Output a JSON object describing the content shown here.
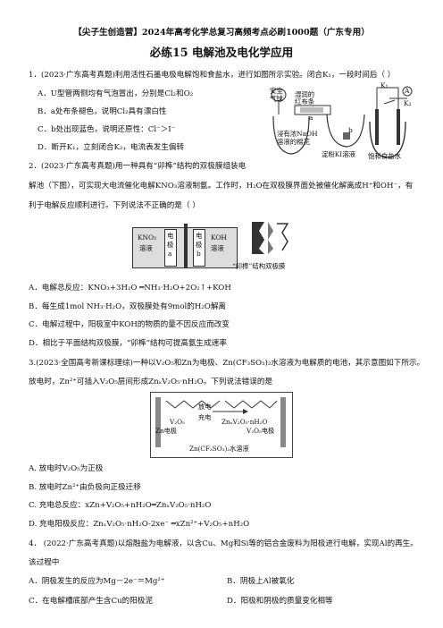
{
  "header": "【尖子生创造营】2024年高考化学总复习高频考点必刷1000题（广东专用）",
  "title": "必练15  电解池及电化学应用",
  "q1": {
    "stem": "1．(2023·广东高考真题)利用活性石墨电极电解饱和食盐水，进行如图所示实验。闭合K₁，一段时间后（        ）",
    "options": [
      "A．U型管两侧均有气泡冒出，分别是Cl₂和O₂",
      "B．a处布条褪色，说明Cl₂具有漂白性",
      "C．b处出现蓝色，说明还原性：Cl⁻＞I⁻",
      "D．断开K₁，立刻闭合K₂，电流表发生偏转"
    ],
    "figure": {
      "label_safety": "安全",
      "label_balloon": "气球",
      "label_wet_cloth": "湿润的",
      "label_red_cloth": "红布条",
      "label_a": "a",
      "label_b": "b",
      "label_naoh1": "浸有浓NaOH",
      "label_naoh2": "溶液的棉花",
      "label_ki": "淀粉KI溶液",
      "label_brine": "饱和食盐水",
      "label_k1": "K₁",
      "label_k2": "K₂",
      "label_a_meter": "A"
    }
  },
  "q2": {
    "stem1": "2．(2023·广东高考真题)用一种具有“卯榫”结构的双极膜组装电",
    "stem2": "解池（下图），可实现大电流催化电解KNO₃溶液制氨。工作时，H₂O在双极膜界面处被催化解离成H⁺和OH⁻，有",
    "stem3": "利于电解反应顺利进行。下列说法不正确的是（        ）",
    "options": [
      "A．电解总反应：KNO₃+3H₂O ═NH₃·H₂O+2O₂↑+KOH",
      "B．每生成1mol NH₃·H₂O，双极膜处有9mol的H₂O解离",
      "C．电解过程中，阳极室中KOH的物质的量不因反应而改变",
      "D．相比于平面结构双极膜，“卯榫”结构可提高氨生成速率"
    ],
    "figure": {
      "kno3": "KNO₃",
      "kno3_sol": "溶液",
      "koh": "KOH",
      "koh_sol": "溶液",
      "electrode_a1": "电",
      "electrode_a2": "极",
      "electrode_a3": "a",
      "electrode_b1": "电",
      "electrode_b2": "极",
      "electrode_b3": "b",
      "caption": "“卯榫”结构双极膜"
    }
  },
  "q3": {
    "stem1": "3.(2023·全国高考新课标理综)一种以V₂O₅和Zn为电极、Zn(CF₃SO₃)₂水溶液为电解质的电池，其示意图如下所示。",
    "stem2": "放电时，Zn²⁺可插入V₂O₅层间形成ZnₓV₂O₅·nH₂O。下列说法错误的是",
    "options": [
      "A. 放电时V₂O₅为正极",
      "B. 放电时Zn²⁺由负极向正极迁移",
      "C. 充电总反应：xZn+V₂O₅+nH₂O═ZnₓV₂O₅·nH₂O",
      "D. 充电阳极反应：ZnₓV₂O₅·nH₂O-2xe⁻ ═xZn²⁺+V₂O₅+nH₂O"
    ],
    "figure": {
      "discharge": "放电",
      "charge": "充电",
      "v2o5": "V₂O₅",
      "znv2o5": "ZnₓV₂O₅·nH₂O",
      "zn_electrode": "Zn电极",
      "v2o5_electrode": "V₂O₅电极",
      "electrolyte": "Zn(CF₃SO₃)₂水溶液"
    }
  },
  "q4": {
    "stem1": "4．  (2022·广东高考真题)以熔融盐为电解液，以含Cu、Mg和Si等的铝合金废料为阳极进行电解，实现Al的再生。",
    "stem2": "该过程中",
    "optA": "A．阴极发生的反应为Mg－2e⁻＝Mg²⁺",
    "optB": "B．阴极上Al被氧化",
    "optC": "C．在电解槽底部产生含Cu的阳极泥",
    "optD": "D．阳极和阴极的质量变化相等"
  }
}
